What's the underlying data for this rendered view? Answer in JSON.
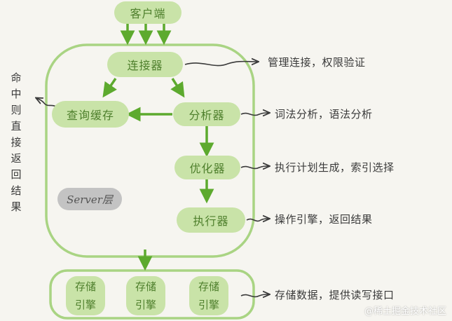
{
  "nodes": {
    "client": "客户端",
    "connector": "连接器",
    "query_cache": "查询缓存",
    "analyzer": "分析器",
    "optimizer": "优化器",
    "executor": "执行器"
  },
  "server_layer_label": "Server层",
  "engines": [
    "存储引擎",
    "存储引擎",
    "存储引擎"
  ],
  "descriptions": {
    "connector": "管理连接，权限验证",
    "analyzer": "词法分析，语法分析",
    "optimizer": "执行计划生成，索引选择",
    "executor": "操作引擎，返回结果",
    "storage": "存储数据，提供读写接口"
  },
  "cache_hit_note": "命中则直接返回结果",
  "watermark": "@稀土掘金技术社区",
  "colors": {
    "node_fill": "#c9e3a8",
    "node_text": "#4e7f2c",
    "frame_stroke": "#a9d483",
    "arrow_green": "#5daa2e",
    "layer_gray": "#c3c3c3"
  }
}
